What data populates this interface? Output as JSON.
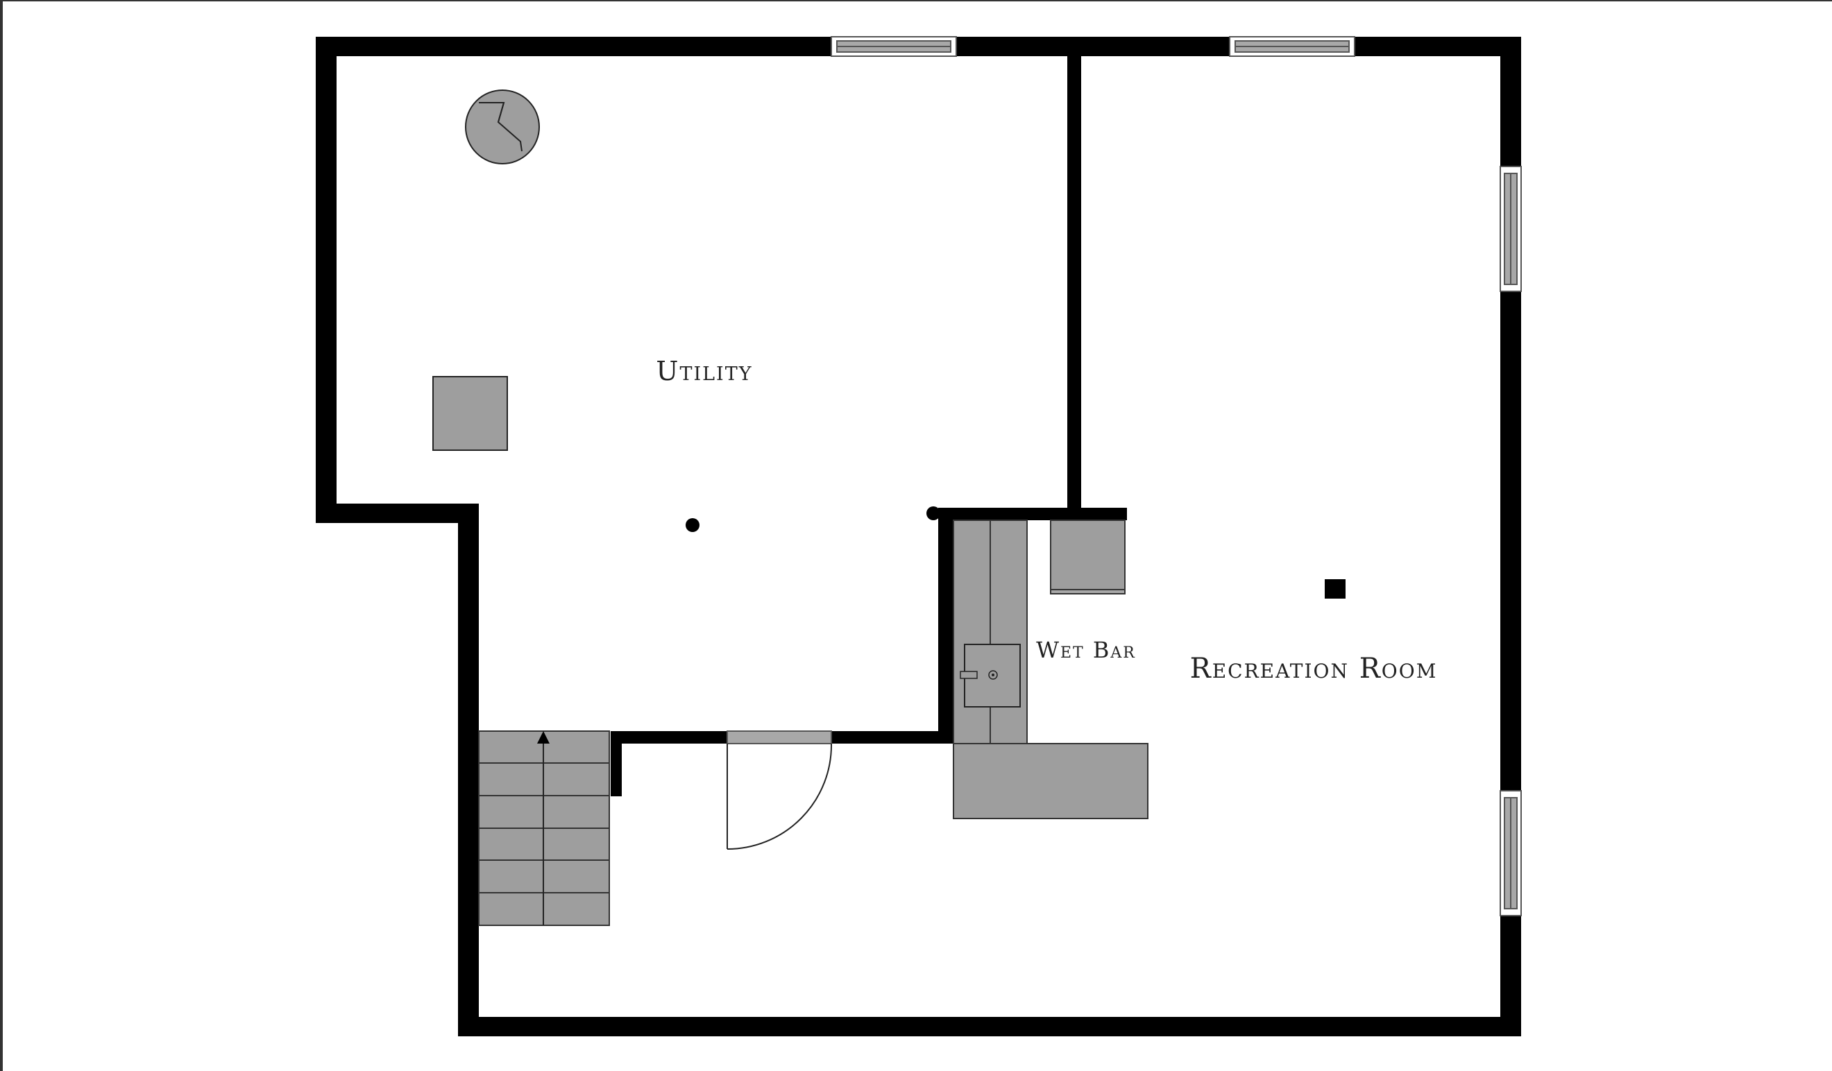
{
  "floor_plan": {
    "rooms": [
      {
        "id": "utility",
        "label": "Utility"
      },
      {
        "id": "wet-bar",
        "label": "Wet Bar"
      },
      {
        "id": "recreation-room",
        "label": "Recreation Room"
      }
    ],
    "colors": {
      "wall": "#000000",
      "fixture_fill": "#9e9e9e",
      "window_fill": "#a8a8a8",
      "background": "#ffffff",
      "frame_edge": "#333333"
    },
    "fixtures": [
      {
        "name": "water-heater",
        "icon": "water-heater-icon"
      },
      {
        "name": "furnace",
        "icon": "furnace-icon"
      },
      {
        "name": "staircase",
        "icon": "staircase-icon",
        "direction": "up"
      },
      {
        "name": "wet-bar-counter",
        "icon": "counter-icon"
      },
      {
        "name": "wet-bar-sink",
        "icon": "sink-icon"
      },
      {
        "name": "appliance",
        "icon": "appliance-icon"
      },
      {
        "name": "door",
        "icon": "door-swing-icon"
      },
      {
        "name": "support-post",
        "icon": "post-icon"
      }
    ]
  }
}
